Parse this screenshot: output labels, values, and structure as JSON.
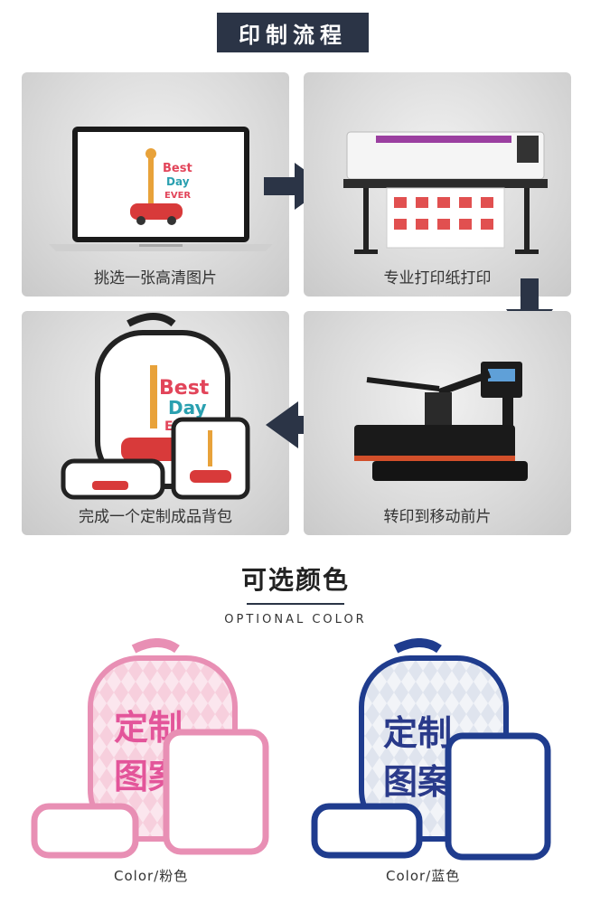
{
  "process": {
    "title": "印制流程",
    "steps": [
      {
        "caption": "挑选一张高清图片"
      },
      {
        "caption": "专业打印纸打印"
      },
      {
        "caption": "完成一个定制成品背包"
      },
      {
        "caption": "转印到移动前片"
      }
    ]
  },
  "artwork": {
    "line1": "Best",
    "line2": "Day",
    "line3": "EVER"
  },
  "colors_section": {
    "title": "可选颜色",
    "subtitle": "OPTIONAL COLOR",
    "options": [
      {
        "label": "Color/粉色",
        "print_text": [
          "定制",
          "图案"
        ],
        "accent": "#e88fb4"
      },
      {
        "label": "Color/蓝色",
        "print_text": [
          "定制",
          "图案"
        ],
        "accent": "#1f3c8e"
      }
    ]
  }
}
